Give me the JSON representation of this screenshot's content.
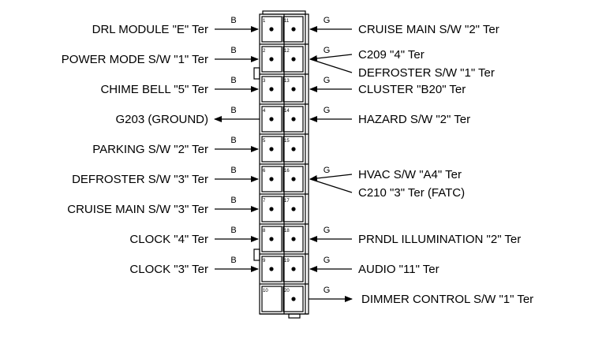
{
  "connector": {
    "pins_left": [
      "1",
      "2",
      "3",
      "4",
      "5",
      "6",
      "7",
      "8",
      "9",
      "10"
    ],
    "pins_right": [
      "11",
      "12",
      "13",
      "14",
      "15",
      "16",
      "17",
      "18",
      "19",
      "20"
    ]
  },
  "left_circuits": [
    {
      "label": "DRL MODULE \"E\" Ter",
      "wire": "B",
      "direction": "in"
    },
    {
      "label": "POWER MODE S/W \"1\" Ter",
      "wire": "B",
      "direction": "in"
    },
    {
      "label": "CHIME BELL \"5\" Ter",
      "wire": "B",
      "direction": "in"
    },
    {
      "label": "G203 (GROUND)",
      "wire": "B",
      "direction": "out"
    },
    {
      "label": "PARKING S/W \"2\" Ter",
      "wire": "B",
      "direction": "in"
    },
    {
      "label": "DEFROSTER S/W \"3\" Ter",
      "wire": "B",
      "direction": "in"
    },
    {
      "label": "CRUISE MAIN S/W \"3\" Ter",
      "wire": "B",
      "direction": "in"
    },
    {
      "label": "CLOCK \"4\" Ter",
      "wire": "B",
      "direction": "in"
    },
    {
      "label": "CLOCK \"3\" Ter",
      "wire": "B",
      "direction": "in"
    },
    {
      "label": "",
      "wire": "",
      "direction": ""
    }
  ],
  "right_circuits": [
    {
      "labels": [
        "CRUISE MAIN S/W \"2\" Ter"
      ],
      "wire": "G",
      "direction": "in"
    },
    {
      "labels": [
        "C209 \"4\" Ter",
        "DEFROSTER S/W \"1\" Ter"
      ],
      "wire": "G",
      "direction": "split"
    },
    {
      "labels": [
        "CLUSTER \"B20\" Ter"
      ],
      "wire": "G",
      "direction": "in"
    },
    {
      "labels": [
        "HAZARD S/W \"2\" Ter"
      ],
      "wire": "G",
      "direction": "in"
    },
    {
      "labels": [],
      "wire": "",
      "direction": ""
    },
    {
      "labels": [
        "HVAC S/W \"A4\" Ter",
        "C210 \"3\" Ter (FATC)"
      ],
      "wire": "G",
      "direction": "split"
    },
    {
      "labels": [],
      "wire": "",
      "direction": ""
    },
    {
      "labels": [
        "PRNDL ILLUMINATION \"2\" Ter"
      ],
      "wire": "G",
      "direction": "in"
    },
    {
      "labels": [
        "AUDIO \"11\" Ter"
      ],
      "wire": "G",
      "direction": "in"
    },
    {
      "labels": [
        "DIMMER CONTROL S/W \"1\" Ter"
      ],
      "wire": "G",
      "direction": "out"
    }
  ]
}
